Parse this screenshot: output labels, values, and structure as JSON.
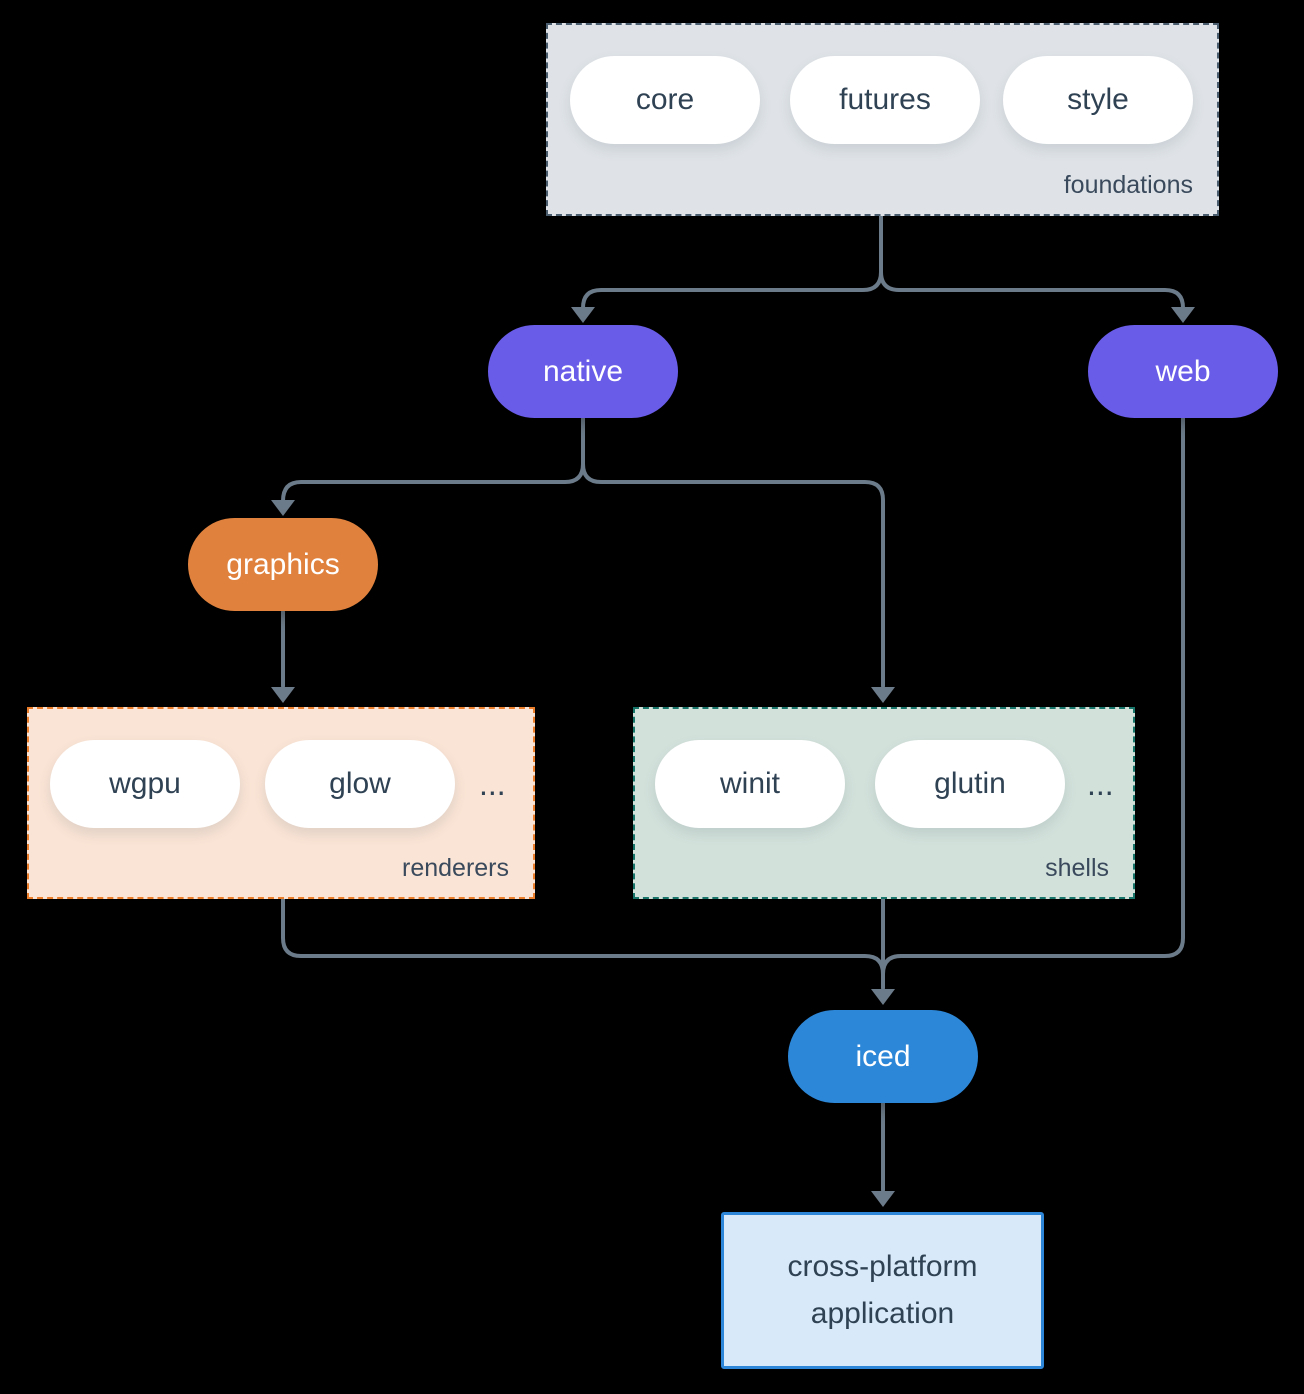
{
  "canvas": {
    "background": "#000000"
  },
  "colors": {
    "foundations_fill": "#dfe3e7",
    "foundations_border": "#4a5d6f",
    "renderers_fill": "#fae4d5",
    "renderers_border": "#ea7e2b",
    "shells_fill": "#d3e1db",
    "shells_border": "#18756a",
    "pill_white": "#ffffff",
    "pill_text": "#2f4254",
    "purple": "#695ce8",
    "orange": "#e0823e",
    "blue": "#2d87d8",
    "app_fill": "#d8eaf9",
    "app_border": "#2e86d9",
    "arrow": "#6c7b89",
    "group_label_text": "#3a4a5c"
  },
  "groups": {
    "foundations": {
      "label": "foundations",
      "pills": [
        "core",
        "futures",
        "style"
      ]
    },
    "renderers": {
      "label": "renderers",
      "pills": [
        "wgpu",
        "glow"
      ],
      "ellipsis": "..."
    },
    "shells": {
      "label": "shells",
      "pills": [
        "winit",
        "glutin"
      ],
      "ellipsis": "..."
    }
  },
  "nodes": {
    "native": {
      "label": "native"
    },
    "web": {
      "label": "web"
    },
    "graphics": {
      "label": "graphics"
    },
    "iced": {
      "label": "iced"
    },
    "application": {
      "label": "cross-platform application"
    }
  }
}
